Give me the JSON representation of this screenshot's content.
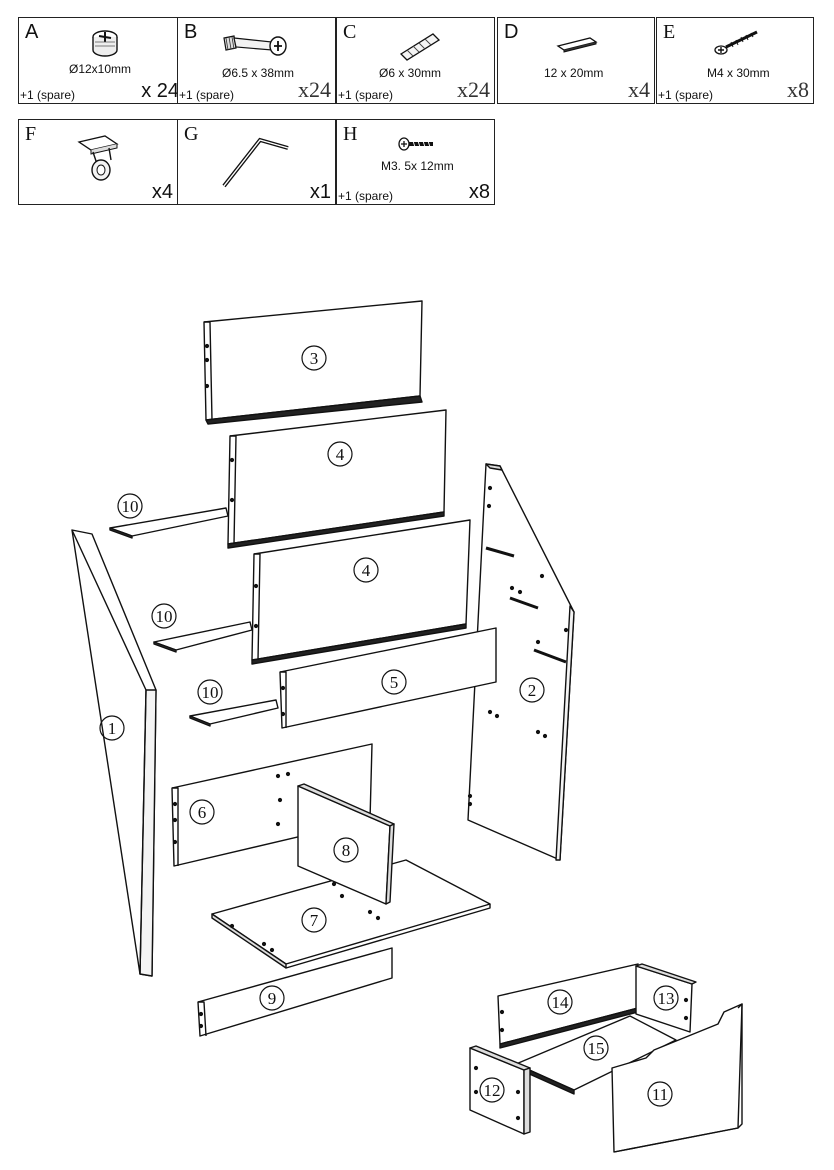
{
  "hardware": [
    {
      "letter": "A",
      "icon": "cam-lock-icon",
      "size": "Ø12x10mm",
      "spare": "+1 (spare)",
      "qty": "x 24"
    },
    {
      "letter": "B",
      "icon": "cam-bolt-icon",
      "size": "Ø6.5 x 38mm",
      "spare": "+1 (spare)",
      "qty": "x24"
    },
    {
      "letter": "C",
      "icon": "wooden-dowel-icon",
      "size": "Ø6 x 30mm",
      "spare": "+1 (spare)",
      "qty": "x24"
    },
    {
      "letter": "D",
      "icon": "shelf-support-pad-icon",
      "size": "12 x 20mm",
      "spare": "",
      "qty": "x4"
    },
    {
      "letter": "E",
      "icon": "wood-screw-icon",
      "size": "M4 x 30mm",
      "spare": "+1 (spare)",
      "qty": "x8"
    },
    {
      "letter": "F",
      "icon": "castor-wheel-icon",
      "size": "",
      "spare": "",
      "qty": "x4"
    },
    {
      "letter": "G",
      "icon": "allen-key-icon",
      "size": "",
      "spare": "",
      "qty": "x1"
    },
    {
      "letter": "H",
      "icon": "small-screw-icon",
      "size": "M3. 5x 12mm",
      "spare": "+1 (spare)",
      "qty": "x8"
    }
  ],
  "panels": [
    "1",
    "2",
    "3",
    "4",
    "4",
    "5",
    "6",
    "7",
    "8",
    "9",
    "10",
    "10",
    "10",
    "11",
    "12",
    "13",
    "14",
    "15"
  ],
  "colors": {
    "line": "#111111",
    "paper": "#ffffff"
  }
}
